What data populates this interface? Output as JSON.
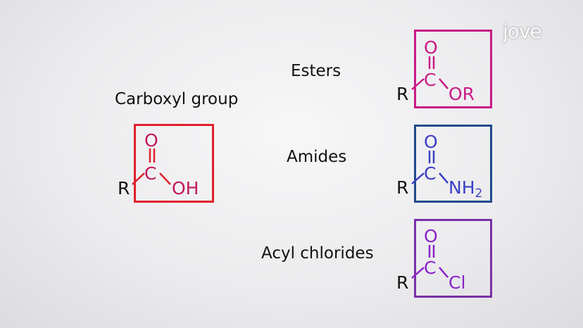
{
  "logo": {
    "text": "jove"
  },
  "carboxyl": {
    "title": "Carboxyl group",
    "r": "R",
    "c": "C",
    "o": "O",
    "group": "OH",
    "colors": {
      "box": "#e0202c",
      "atoms": "#c2185b",
      "bonds": "#e0202c",
      "r": "#111111"
    }
  },
  "esters": {
    "title": "Esters",
    "r": "R",
    "c": "C",
    "o": "O",
    "group": "OR",
    "colors": {
      "box": "#c81a86",
      "atoms": "#c81a86",
      "bonds": "#c81a86",
      "r": "#111111"
    }
  },
  "amides": {
    "title": "Amides",
    "r": "R",
    "c": "C",
    "o": "O",
    "group_main": "NH",
    "group_sub": "2",
    "colors": {
      "box": "#1f4a8c",
      "atoms": "#3b3fc4",
      "bonds": "#3b3fc4",
      "r": "#111111"
    }
  },
  "acyl": {
    "title": "Acyl chlorides",
    "r": "R",
    "c": "C",
    "o": "O",
    "group": "Cl",
    "colors": {
      "box": "#7a2fa8",
      "atoms": "#8a24c9",
      "bonds": "#8a24c9",
      "r": "#111111"
    }
  }
}
